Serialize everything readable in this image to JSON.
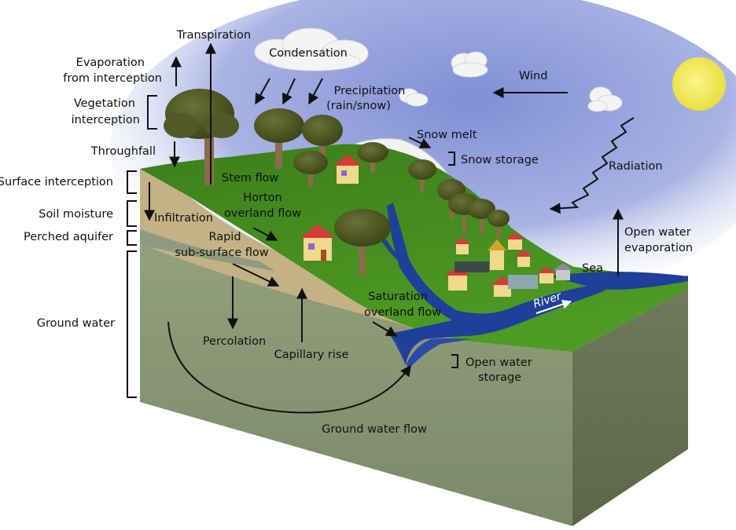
{
  "labels": {
    "transpiration": "Transpiration",
    "condensation": "Condensation",
    "evaporation_1": "Evaporation",
    "evaporation_2": "from interception",
    "vegetation_1": "Vegetation",
    "vegetation_2": "interception",
    "precipitation_1": "Precipitation",
    "precipitation_2": "(rain/snow)",
    "wind": "Wind",
    "throughfall": "Throughfall",
    "snow_melt": "Snow melt",
    "snow_storage": "Snow storage",
    "radiation": "Radiation",
    "stem_flow": "Stem flow",
    "surface_interception": "Surface interception",
    "horton_1": "Horton",
    "horton_2": "overland flow",
    "soil_moisture": "Soil moisture",
    "infiltration": "Infiltration",
    "open_water_evap_1": "Open water",
    "open_water_evap_2": "evaporation",
    "perched_aquifer": "Perched aquifer",
    "rapid_1": "Rapid",
    "rapid_2": "sub-surface flow",
    "sea": "Sea",
    "river": "River",
    "saturation_1": "Saturation",
    "saturation_2": "overland flow",
    "ground_water": "Ground water",
    "percolation": "Percolation",
    "capillary_rise": "Capillary rise",
    "open_water_storage_1": "Open water",
    "open_water_storage_2": "storage",
    "ground_water_flow": "Ground water flow"
  },
  "colors": {
    "sky": "#8a98d8",
    "grass": "#3f8a1e",
    "soil": "#c4b286",
    "groundwater": "#8c9a78",
    "water": "#1f3f9a",
    "sun": "#f2ec62",
    "tree": "#4f5a28",
    "trunk": "#8a6b4a"
  }
}
